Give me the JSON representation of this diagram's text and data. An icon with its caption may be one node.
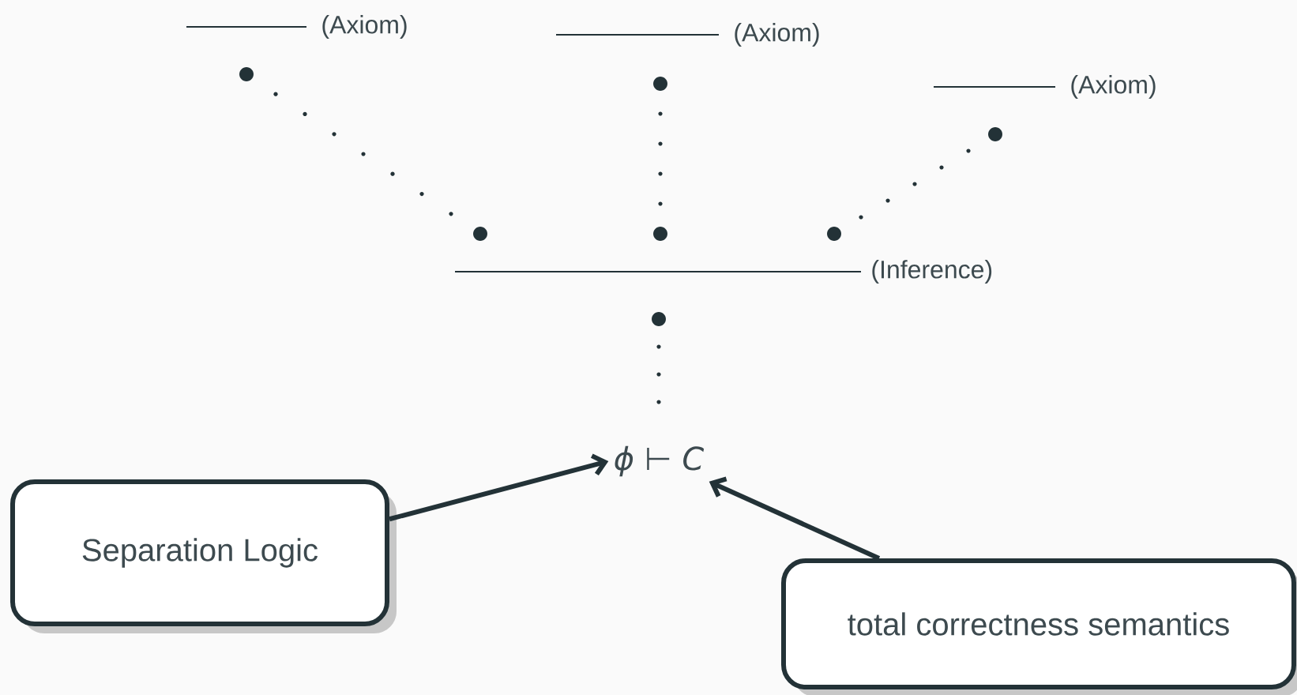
{
  "diagram": {
    "nodes": [
      {
        "text": [
          "Separation Logic"
        ]
      },
      {
        "text": [
          "total correctness semantics"
        ]
      },
      {
        "text": [
          "ϕ ⊢ C"
        ]
      }
    ],
    "edges": [
      {
        "from": 0,
        "to": 2,
        "arrow": "to"
      },
      {
        "from": 1,
        "to": 2,
        "arrow": "to"
      }
    ],
    "labels": [
      "(Axiom)",
      "(Axiom)",
      "(Axiom)",
      "(Inference)"
    ]
  }
}
